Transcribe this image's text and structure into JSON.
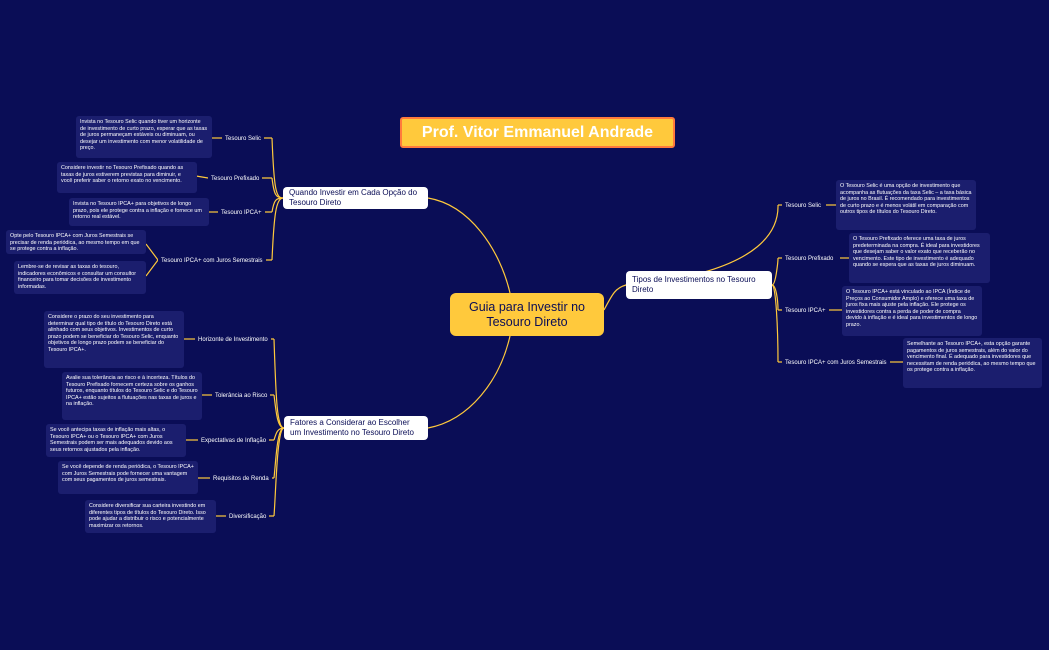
{
  "banner": "Prof. Vitor Emmanuel Andrade",
  "central": "Guia para Investir no Tesouro Direto",
  "left_top": {
    "title": "Quando Investir em Cada Opção do Tesouro Direto",
    "branches": [
      {
        "label": "Tesouro Selic",
        "notes": [
          "Invista no Tesouro Selic quando tiver um horizonte de investimento de curto prazo, esperar que as taxas de juros permaneçam estáveis ou diminuam, ou desejar um investimento com menor volatilidade de preço."
        ]
      },
      {
        "label": "Tesouro Prefixado",
        "notes": [
          "Considere investir no Tesouro Prefixado quando as taxas de juros estiverem previstas para diminuir, e você preferir saber o retorno exato no vencimento."
        ]
      },
      {
        "label": "Tesouro IPCA+",
        "notes": [
          "Invista no Tesouro IPCA+ para objetivos de longo prazo, pois ele protege contra a inflação e fornece um retorno real estável."
        ]
      },
      {
        "label": "Tesouro IPCA+ com Juros Semestrais",
        "notes": [
          "Opte pelo Tesouro IPCA+ com Juros Semestrais se precisar de renda periódica, ao mesmo tempo em que se protege contra a inflação.",
          "Lembre-se de revisar as taxas do tesouro, indicadores econômicos e consultar um consultor financeiro para tomar decisões de investimento informadas."
        ]
      }
    ]
  },
  "left_bottom": {
    "title": "Fatores a Considerar ao Escolher um Investimento no Tesouro Direto",
    "branches": [
      {
        "label": "Horizonte de Investimento",
        "notes": [
          "Considere o prazo do seu investimento para determinar qual tipo de título do Tesouro Direto está alinhado com seus objetivos. Investimentos de curto prazo podem se beneficiar do Tesouro Selic, enquanto objetivos de longo prazo podem se beneficiar do Tesouro IPCA+."
        ]
      },
      {
        "label": "Tolerância ao Risco",
        "notes": [
          "Avalie sua tolerância ao risco e à incerteza. Títulos do Tesouro Prefixado fornecem certeza sobre os ganhos futuros, enquanto títulos do Tesouro Selic e do Tesouro IPCA+ estão sujeitos a flutuações nas taxas de juros e na inflação."
        ]
      },
      {
        "label": "Expectativas de Inflação",
        "notes": [
          "Se você antecipa taxas de inflação mais altas, o Tesouro IPCA+ ou o Tesouro IPCA+ com Juros Semestrais podem ser mais adequados devido aos seus retornos ajustados pela inflação."
        ]
      },
      {
        "label": "Requisitos de Renda",
        "notes": [
          "Se você depende de renda periódica, o Tesouro IPCA+ com Juros Semestrais pode fornecer uma vantagem com seus pagamentos de juros semestrais."
        ]
      },
      {
        "label": "Diversificação",
        "notes": [
          "Considere diversificar sua carteira investindo em diferentes tipos de títulos do Tesouro Direto. Isso pode ajudar a distribuir o risco e potencialmente maximizar os retornos."
        ]
      }
    ]
  },
  "right": {
    "title": "Tipos de Investimentos no Tesouro Direto",
    "branches": [
      {
        "label": "Tesouro Selic",
        "notes": [
          "O Tesouro Selic é uma opção de investimento que acompanha as flutuações da taxa Selic – a taxa básica de juros no Brasil. É recomendado para investimentos de curto prazo e é menos volátil em comparação com outros tipos de títulos do Tesouro Direto."
        ]
      },
      {
        "label": "Tesouro Prefixado",
        "notes": [
          "O Tesouro Prefixado oferece uma taxa de juros predeterminada na compra. É ideal para investidores que desejam saber o valor exato que receberão no vencimento. Este tipo de investimento é adequado quando se espera que as taxas de juros diminuam."
        ]
      },
      {
        "label": "Tesouro IPCA+",
        "notes": [
          "O Tesouro IPCA+ está vinculado ao IPCA (Índice de Preços ao Consumidor Amplo) e oferece uma taxa de juros fixa mais ajuste pela inflação. Ele protege os investidores contra a perda de poder de compra devido à inflação e é ideal para investimentos de longo prazo."
        ]
      },
      {
        "label": "Tesouro IPCA+ com Juros Semestrais",
        "notes": [
          "Semelhante ao Tesouro IPCA+, esta opção garante pagamentos de juros semestrais, além do valor do vencimento final. É adequado para investidores que necessitam de renda periódica, ao mesmo tempo que os protege contra a inflação."
        ]
      }
    ]
  },
  "colors": {
    "background": "#0a0d56",
    "accent": "#ffc93c",
    "banner_border": "#ff7a3c",
    "leaf": "#1b1e6e"
  }
}
